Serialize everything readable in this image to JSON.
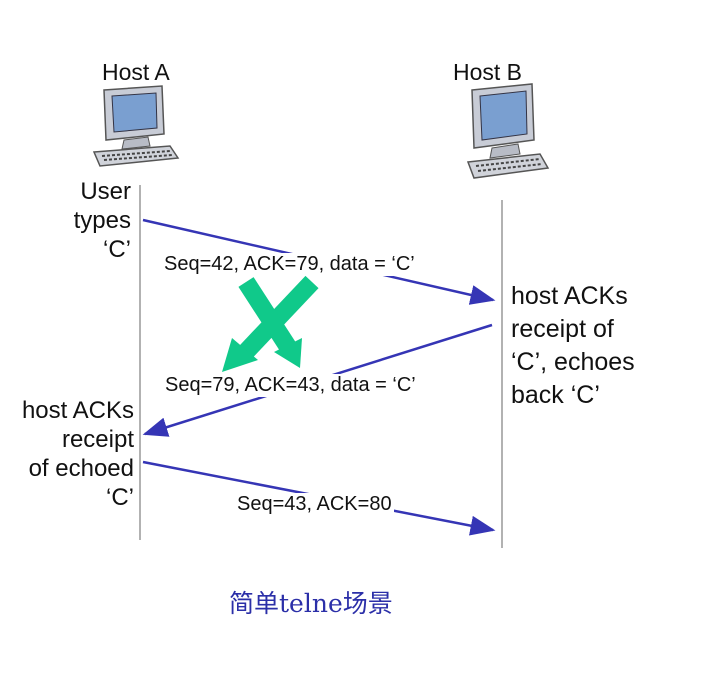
{
  "hosts": {
    "a_label": "Host A",
    "b_label": "Host B"
  },
  "notes": {
    "host_a_user": [
      "User",
      "types",
      "‘C’"
    ],
    "host_b_echo": [
      "host ACKs",
      "receipt of",
      "‘C’, echoes",
      "back ‘C’"
    ],
    "host_a_ack": [
      "host ACKs",
      "receipt",
      "of echoed",
      "‘C’"
    ]
  },
  "messages": {
    "msg1": "Seq=42, ACK=79, data = ‘C’",
    "msg2": "Seq=79, ACK=43, data = ‘C’",
    "msg3": "Seq=43, ACK=80"
  },
  "caption": "简单telne场景",
  "colors": {
    "arrow": "#3535b5",
    "cross": "#10c98a",
    "caption": "#2b2fa8",
    "timeline": "#999999"
  }
}
